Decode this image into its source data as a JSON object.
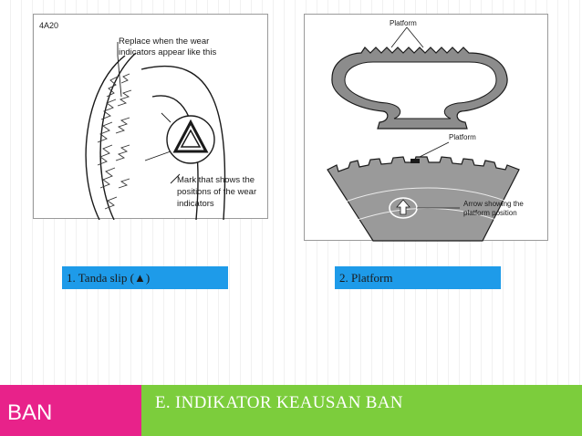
{
  "figure_left": {
    "code": "4A20",
    "callout_top_line1": "Replace when the wear",
    "callout_top_line2": "indicators appear like this",
    "callout_bottom_line1": "Mark that shows the",
    "callout_bottom_line2": "positions of the wear",
    "callout_bottom_line3": "indicators"
  },
  "figure_right": {
    "label_platform_top": "Platform",
    "label_platform_mid": "Platform",
    "label_arrow_line1": "Arrow showing the",
    "label_arrow_line2": "platform position"
  },
  "captions": {
    "left": "1. Tanda slip  (▲)",
    "right": "2. Platform"
  },
  "footer": {
    "section": "BAN",
    "title": "E. INDIKATOR KEAUSAN BAN"
  },
  "colors": {
    "caption_bar": "#1e9be9",
    "footer_left": "#e8228a",
    "footer_right": "#7ccd3c"
  }
}
